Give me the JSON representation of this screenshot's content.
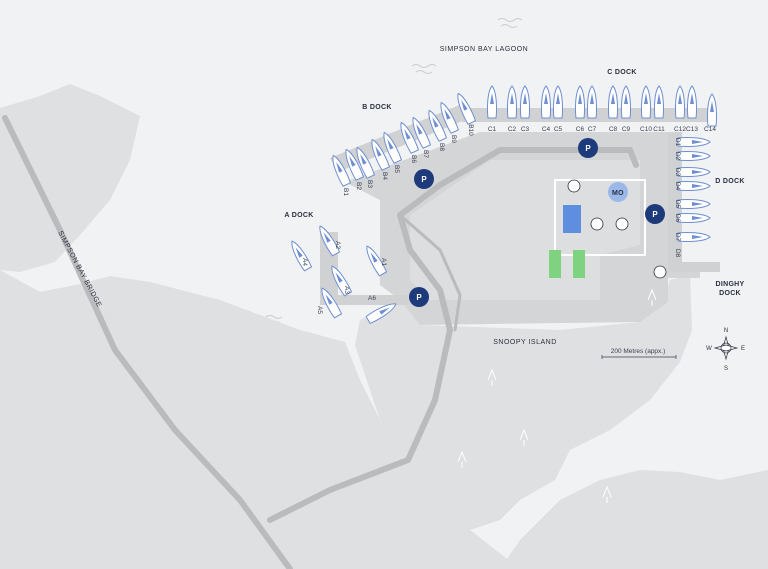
{
  "labels": {
    "lagoon": "SIMPSON BAY LAGOON",
    "c_dock": "C DOCK",
    "b_dock": "B DOCK",
    "a_dock": "A DOCK",
    "d_dock": "D DOCK",
    "dinghy_dock_line1": "DINGHY",
    "dinghy_dock_line2": "DOCK",
    "island": "SNOOPY ISLAND",
    "bridge": "SIMPSON BAY BRIDGE",
    "scale": "200 Metres (appx.)",
    "marina_office": "MO",
    "parking": "P"
  },
  "compass": {
    "n": "N",
    "s": "S",
    "e": "E",
    "w": "W"
  },
  "c_slips": [
    "C1",
    "C2",
    "C3",
    "C4",
    "C5",
    "C6",
    "C7",
    "C8",
    "C9",
    "C10",
    "C11",
    "C12",
    "C13",
    "C14"
  ],
  "d_slips": [
    "D1",
    "D2",
    "D3",
    "D4",
    "D5",
    "D6",
    "D7",
    "D8"
  ],
  "b_slips": [
    "B1",
    "B2",
    "B3",
    "B4",
    "B5",
    "B6",
    "B7",
    "B8",
    "B9",
    "B10"
  ],
  "a_slips": [
    "A1",
    "A2",
    "A3",
    "A4",
    "A5",
    "A6"
  ],
  "colors": {
    "water": "#f1f2f3",
    "land": "#dfe0e1",
    "pier": "#cfd1d3",
    "road": "#b9bbbd",
    "parking": "#1d3a7a",
    "boat_fill": "#ffffff",
    "boat_stroke": "#6f8fd1",
    "pool": "#5f8de0",
    "court": "#7fd27f",
    "office": "#9bb9e8"
  }
}
